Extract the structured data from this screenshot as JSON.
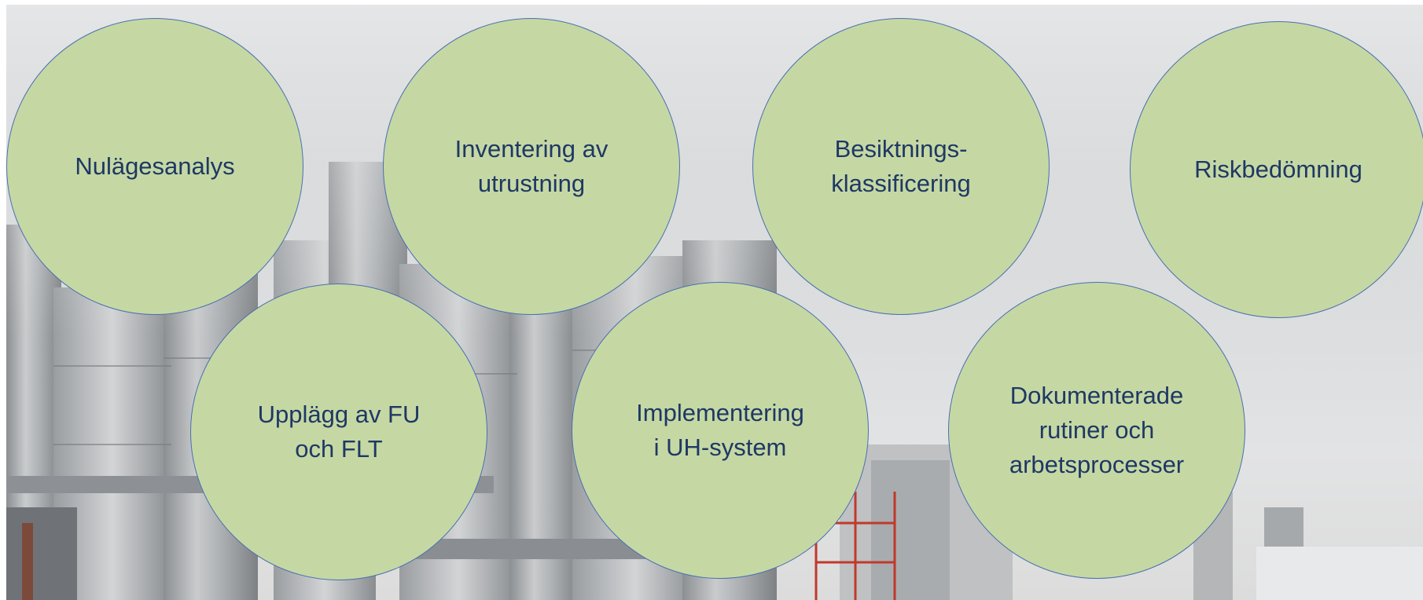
{
  "diagram": {
    "circles": [
      {
        "id": "c1",
        "label": "Nulägesanalys"
      },
      {
        "id": "c2",
        "label": "Inventering av\nutrustning"
      },
      {
        "id": "c3",
        "label": "Besiktnings-\nklassificering"
      },
      {
        "id": "c4",
        "label": "Riskbedömning"
      },
      {
        "id": "c5",
        "label": "Upplägg av FU\noch FLT"
      },
      {
        "id": "c6",
        "label": "Implementering\ni UH-system"
      },
      {
        "id": "c7",
        "label": "Dokumenterade\nrutiner och\narbetsprocesser"
      }
    ]
  },
  "colors": {
    "circle_fill": "#c5d8a4",
    "circle_border": "#4a6fb0",
    "label_text": "#1f3864"
  }
}
